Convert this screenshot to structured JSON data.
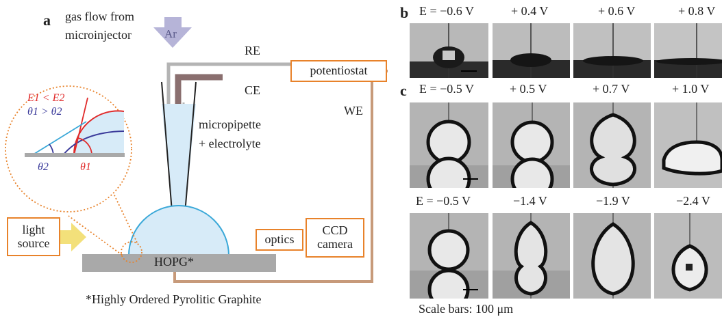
{
  "panel_a": {
    "letter": "a",
    "gas_flow": "gas flow  from",
    "microinjector": "microinjector",
    "ar": "Ar",
    "re": "RE",
    "ce": "CE",
    "we": "WE",
    "potentiostat": "potentiostat",
    "micropipette": "micropipette",
    "electrolyte": "+ electrolyte",
    "light": "light",
    "source": "source",
    "hopg": "HOPG*",
    "optics": "optics",
    "ccd": "CCD",
    "camera": "camera",
    "footnote": "*Highly Ordered Pyrolitic Graphite",
    "inset": {
      "e_rel": "E1 < E2",
      "theta_rel": "θ1 > θ2",
      "theta1": "θ1",
      "theta2": "θ2"
    }
  },
  "panel_b": {
    "letter": "b",
    "labels": [
      "E = −0.6 V",
      "+ 0.4 V",
      "+ 0.6 V",
      "+ 0.8 V"
    ]
  },
  "panel_c": {
    "letter": "c",
    "row1_labels": [
      "E = −0.5 V",
      "+ 0.5 V",
      "+ 0.7 V",
      "+ 1.0 V"
    ],
    "row2_labels": [
      "E = −0.5 V",
      "−1.4 V",
      "−1.9 V",
      "−2.4 V"
    ]
  },
  "scale_bars": "Scale bars: 100 μm",
  "colors": {
    "orange": "#e8822a",
    "blue": "#3aa8d8",
    "gray": "#b4b4b4",
    "ce_brown": "#8a6f6f",
    "we_line": "#c79a7a",
    "ar_arrow": "#b6b4d8",
    "light_arrow": "#f3e07a",
    "red": "#e02a2a",
    "navy": "#3a3a9a"
  }
}
